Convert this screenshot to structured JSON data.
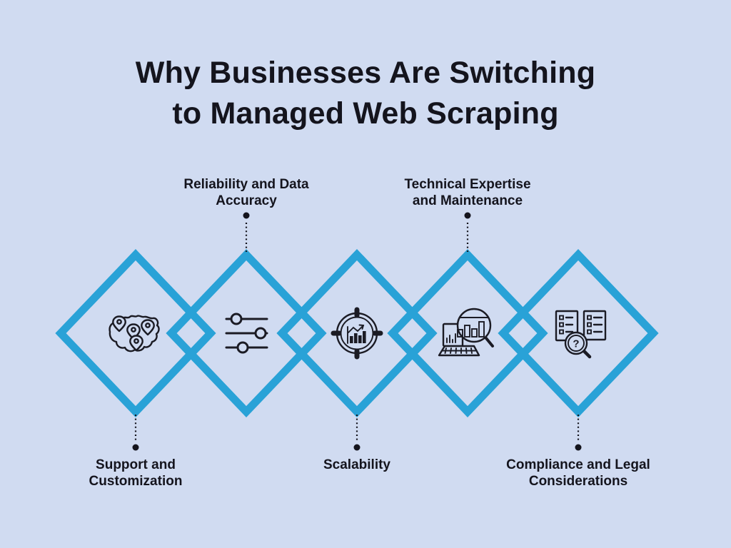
{
  "title": {
    "line1": "Why Businesses Are Switching",
    "line2": "to Managed Web Scraping"
  },
  "items": [
    {
      "label": "Support and Customization",
      "label_position": "below",
      "icon": "map-pins-icon"
    },
    {
      "label": "Reliability and Data Accuracy",
      "label_position": "above",
      "icon": "sliders-icon"
    },
    {
      "label": "Scalability",
      "label_position": "below",
      "icon": "target-chart-icon"
    },
    {
      "label": "Technical Expertise and Maintenance",
      "label_position": "above",
      "icon": "laptop-search-icon"
    },
    {
      "label": "Compliance and Legal Considerations",
      "label_position": "below",
      "icon": "documents-search-icon",
      "magnifier_glyph": "?"
    }
  ],
  "colors": {
    "background": "#d0dbf1",
    "diamond_stroke": "#29a2d7",
    "text": "#14141d",
    "icon_stroke": "#1b1b24"
  }
}
